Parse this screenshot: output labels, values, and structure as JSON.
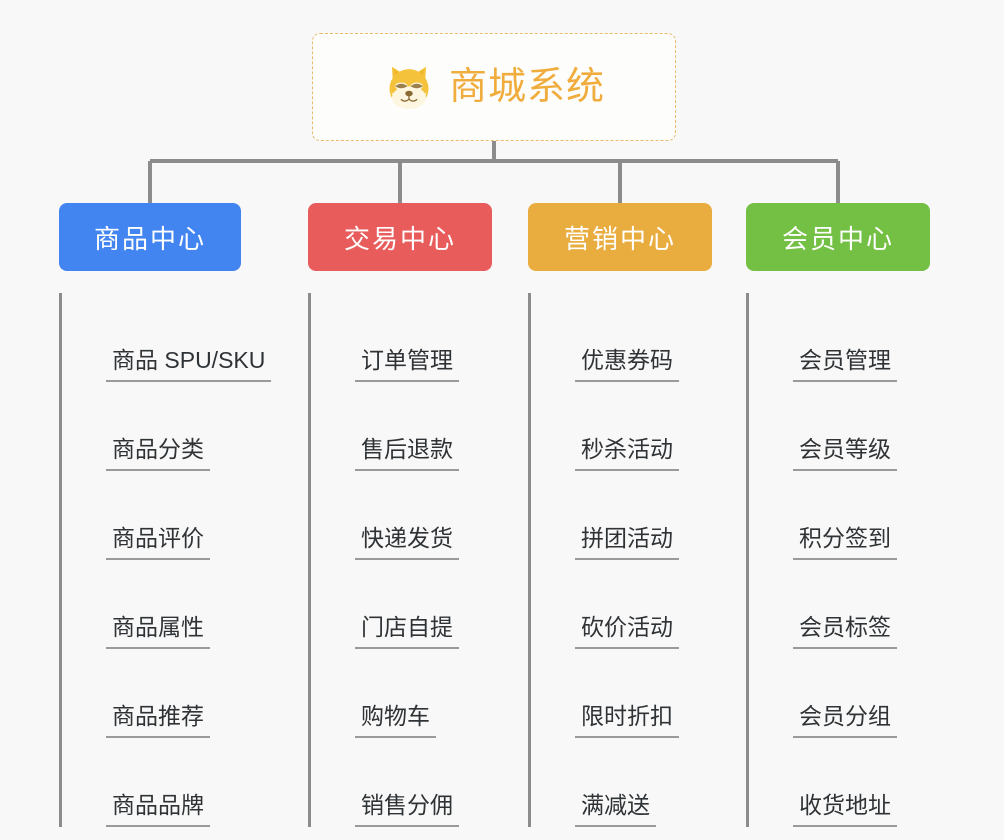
{
  "root": {
    "title": "商城系统",
    "icon": "shiba-dog-face-icon",
    "border_color": "#e8bb6a",
    "text_color": "#f0ad3e"
  },
  "canvas": {
    "background": "#f8f8f8",
    "connector_color": "#8c8c8c"
  },
  "columns": [
    {
      "title": "商品中心",
      "color": "#4285f0",
      "items": [
        "商品 SPU/SKU",
        "商品分类",
        "商品评价",
        "商品属性",
        "商品推荐",
        "商品品牌"
      ]
    },
    {
      "title": "交易中心",
      "color": "#e85c5c",
      "items": [
        "订单管理",
        "售后退款",
        "快递发货",
        "门店自提",
        "购物车",
        "销售分佣"
      ]
    },
    {
      "title": "营销中心",
      "color": "#e9ac3e",
      "items": [
        "优惠券码",
        "秒杀活动",
        "拼团活动",
        "砍价活动",
        "限时折扣",
        "满减送"
      ]
    },
    {
      "title": "会员中心",
      "color": "#74c044",
      "items": [
        "会员管理",
        "会员等级",
        "积分签到",
        "会员标签",
        "会员分组",
        "收货地址"
      ]
    }
  ]
}
